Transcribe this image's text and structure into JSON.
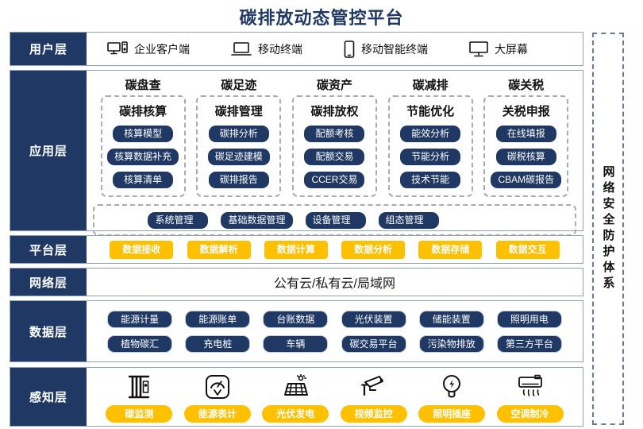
{
  "title": "碳排放动态管控平台",
  "colors": {
    "navy": "#1F3864",
    "yellow": "#FFC000"
  },
  "security": {
    "label": "网络安全防护体系"
  },
  "user_layer": {
    "label": "用户层",
    "items": [
      {
        "icon": "desktop-client-icon",
        "label": "企业客户端"
      },
      {
        "icon": "laptop-icon",
        "label": "移动终端"
      },
      {
        "icon": "smartphone-icon",
        "label": "移动智能终端"
      },
      {
        "icon": "big-screen-icon",
        "label": "大屏幕"
      }
    ]
  },
  "application_layer": {
    "label": "应用层",
    "groups": [
      {
        "title": "碳盘查",
        "subtitle": "碳排核算",
        "items": [
          "核算模型",
          "核算数据补充",
          "核算清单"
        ]
      },
      {
        "title": "碳足迹",
        "subtitle": "碳排管理",
        "items": [
          "碳排分析",
          "碳足迹建模",
          "碳排报告"
        ]
      },
      {
        "title": "碳资产",
        "subtitle": "碳排放权",
        "items": [
          "配额考核",
          "配额交易",
          "CCER交易"
        ]
      },
      {
        "title": "碳减排",
        "subtitle": "节能优化",
        "items": [
          "能效分析",
          "节能分析",
          "技术节能"
        ]
      },
      {
        "title": "碳关税",
        "subtitle": "关税申报",
        "items": [
          "在线填报",
          "碳税核算",
          "CBAM碳报告"
        ]
      }
    ],
    "common_items": [
      "系统管理",
      "基础数据管理",
      "设备管理",
      "组态管理"
    ]
  },
  "platform_layer": {
    "label": "平台层",
    "items": [
      "数据接收",
      "数据解析",
      "数据计算",
      "数据分析",
      "数据存储",
      "数据交互"
    ]
  },
  "network_layer": {
    "label": "网络层",
    "text": "公有云/私有云/局域网"
  },
  "data_layer": {
    "label": "数据层",
    "rows": [
      [
        "能源计量",
        "能源账单",
        "台账数据",
        "光伏装置",
        "储能装置",
        "照明用电"
      ],
      [
        "植物碳汇",
        "充电桩",
        "车辆",
        "碳交易平台",
        "污染物排放",
        "第三方平台"
      ]
    ]
  },
  "perception_layer": {
    "label": "感知层",
    "items": [
      {
        "icon": "carbon-monitor-icon",
        "label": "碳监测"
      },
      {
        "icon": "energy-meter-icon",
        "label": "能源表计"
      },
      {
        "icon": "solar-power-icon",
        "label": "光伏发电"
      },
      {
        "icon": "cctv-camera-icon",
        "label": "视频监控"
      },
      {
        "icon": "lighting-socket-icon",
        "label": "照明插座"
      },
      {
        "icon": "air-conditioner-icon",
        "label": "空调制冷"
      }
    ]
  }
}
